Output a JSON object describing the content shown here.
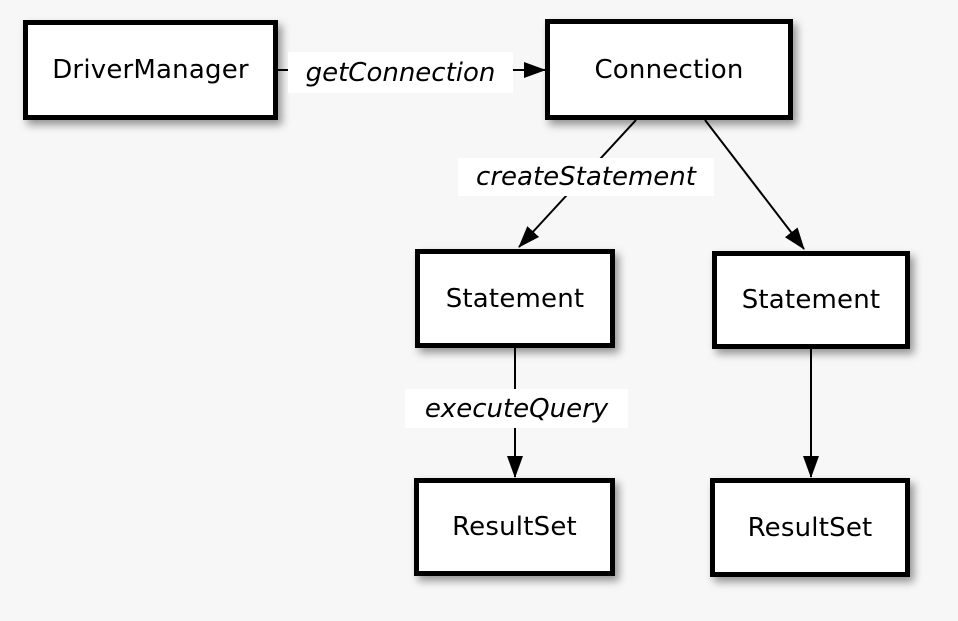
{
  "diagram": {
    "nodes": {
      "driver_manager": {
        "label": "DriverManager"
      },
      "connection": {
        "label": "Connection"
      },
      "statement_left": {
        "label": "Statement"
      },
      "statement_right": {
        "label": "Statement"
      },
      "resultset_left": {
        "label": "ResultSet"
      },
      "resultset_right": {
        "label": "ResultSet"
      }
    },
    "edges": {
      "get_connection": {
        "label": "getConnection"
      },
      "create_statement": {
        "label": "createStatement"
      },
      "execute_query": {
        "label": "executeQuery"
      }
    },
    "colors": {
      "background": "#f7f7f7",
      "node_fill": "#ffffff",
      "node_border": "#000000",
      "arrow": "#000000",
      "text": "#000000",
      "label_background": "#ffffff"
    }
  }
}
